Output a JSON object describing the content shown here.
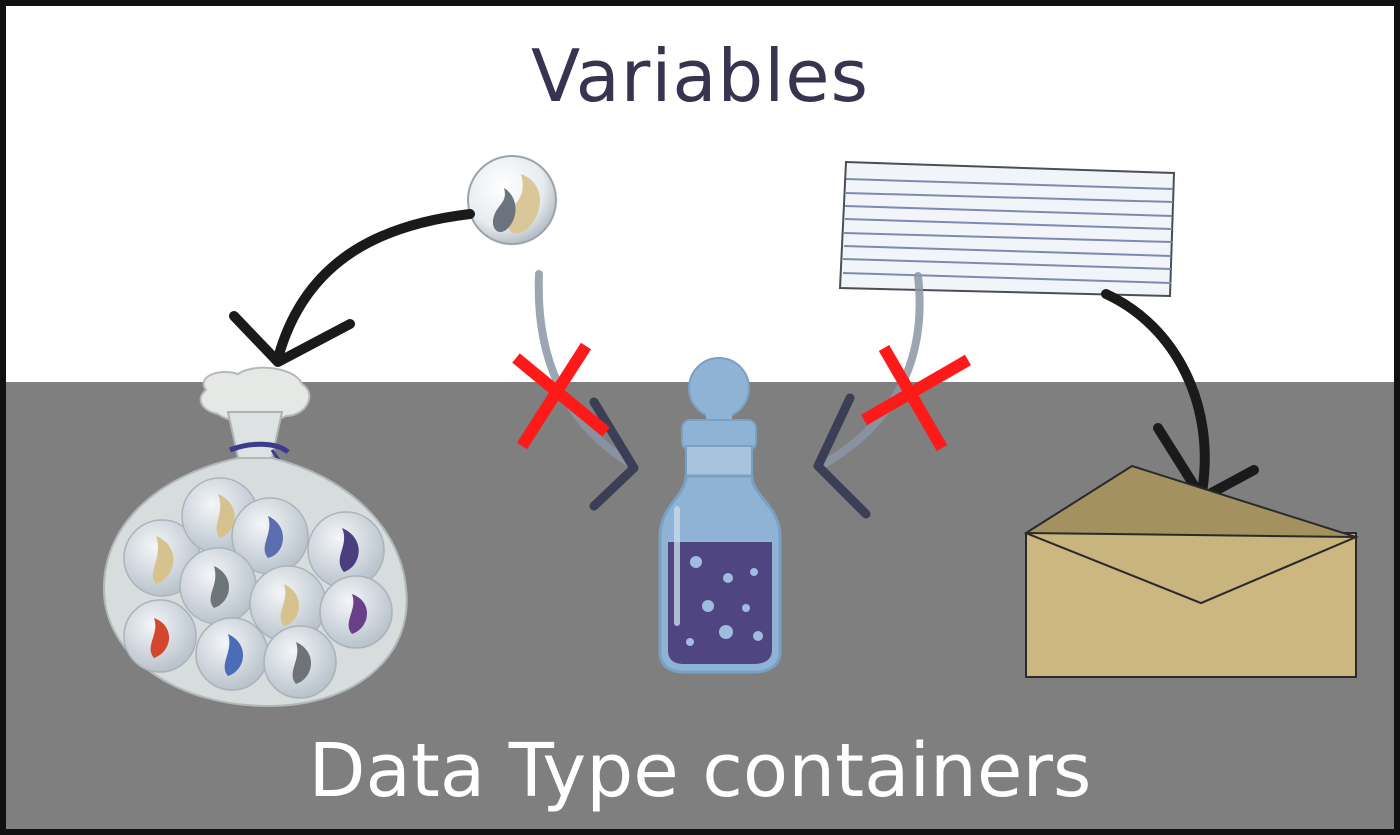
{
  "title": "Variables",
  "caption": "Data Type containers",
  "items": [
    {
      "id": "marble",
      "icon": "marble-icon",
      "role": "variable value"
    },
    {
      "id": "index-card",
      "icon": "index-card-icon",
      "role": "variable value"
    },
    {
      "id": "marble-bag",
      "icon": "marble-bag-icon",
      "role": "container"
    },
    {
      "id": "potion-bottle",
      "icon": "potion-bottle-icon",
      "role": "container"
    },
    {
      "id": "envelope",
      "icon": "envelope-icon",
      "role": "container"
    }
  ],
  "relations": [
    {
      "from": "marble",
      "to": "marble-bag",
      "allowed": true
    },
    {
      "from": "marble",
      "to": "potion-bottle",
      "allowed": false
    },
    {
      "from": "index-card",
      "to": "potion-bottle",
      "allowed": false
    },
    {
      "from": "index-card",
      "to": "envelope",
      "allowed": true
    }
  ],
  "colors": {
    "background_top": "#ffffff",
    "background_bottom": "#7f7f7f",
    "title_text": "#38334f",
    "caption_text": "#ffffff",
    "allowed_arrow": "#1a1a1a",
    "rejected_arrow": "#8b97a6",
    "reject_mark": "#ff1a1a",
    "potion_liquid": "#4f4580",
    "bottle_glass": "#8fb3d4",
    "envelope": "#cbb77f"
  }
}
